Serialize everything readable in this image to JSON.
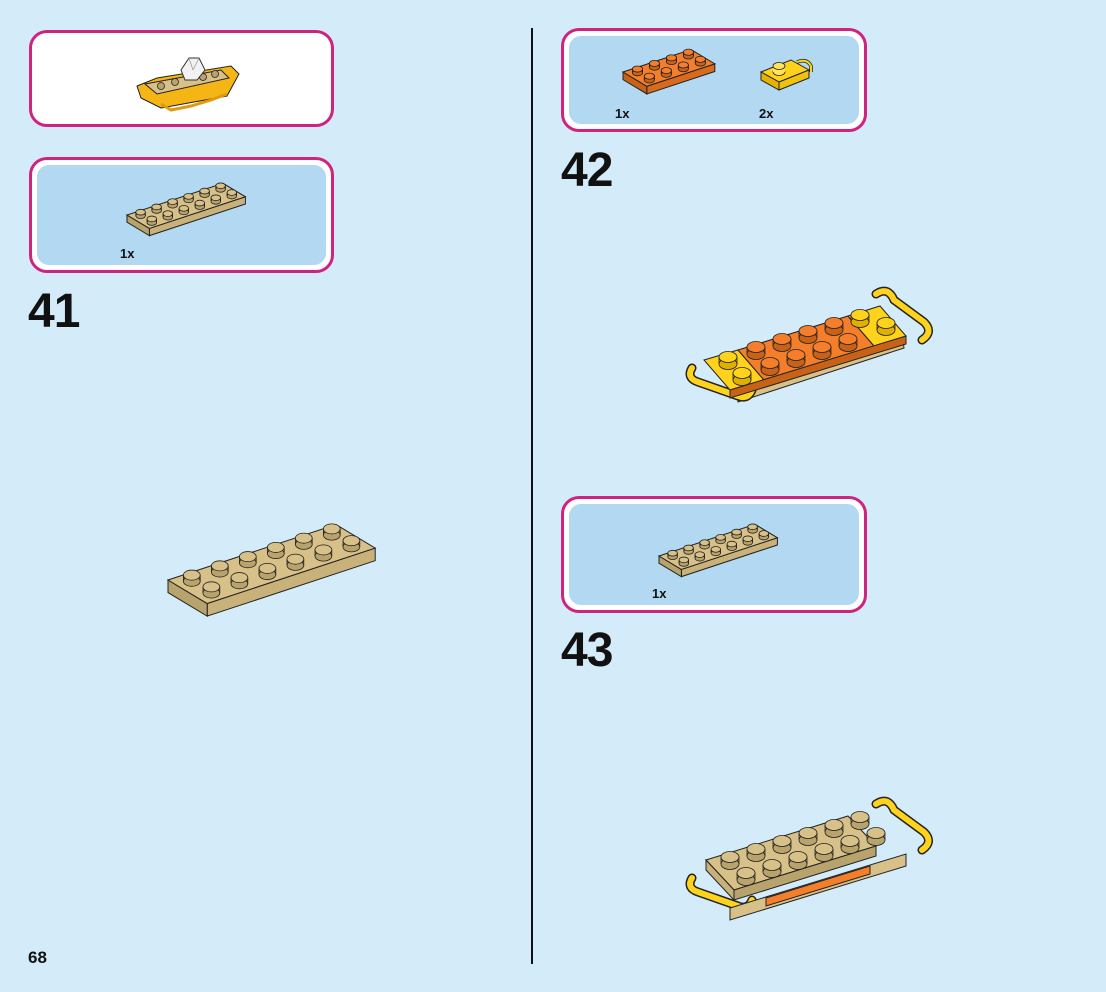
{
  "page_number": "68",
  "steps": [
    {
      "number": "41",
      "parts": [
        {
          "qty": "1x",
          "part": "tan-plate-2x6"
        }
      ]
    },
    {
      "number": "42",
      "parts": [
        {
          "qty": "1x",
          "part": "orange-plate-2x4"
        },
        {
          "qty": "2x",
          "part": "yellow-plate-with-handles"
        }
      ]
    },
    {
      "number": "43",
      "parts": [
        {
          "qty": "1x",
          "part": "tan-plate-2x6"
        }
      ]
    }
  ],
  "colors": {
    "background": "#d4ebfa",
    "callout_border": "#d0237f",
    "callout_fill": "#b2d8f2",
    "tan": "#d8c089",
    "orange": "#f57e2a",
    "yellow": "#ffd21c"
  }
}
